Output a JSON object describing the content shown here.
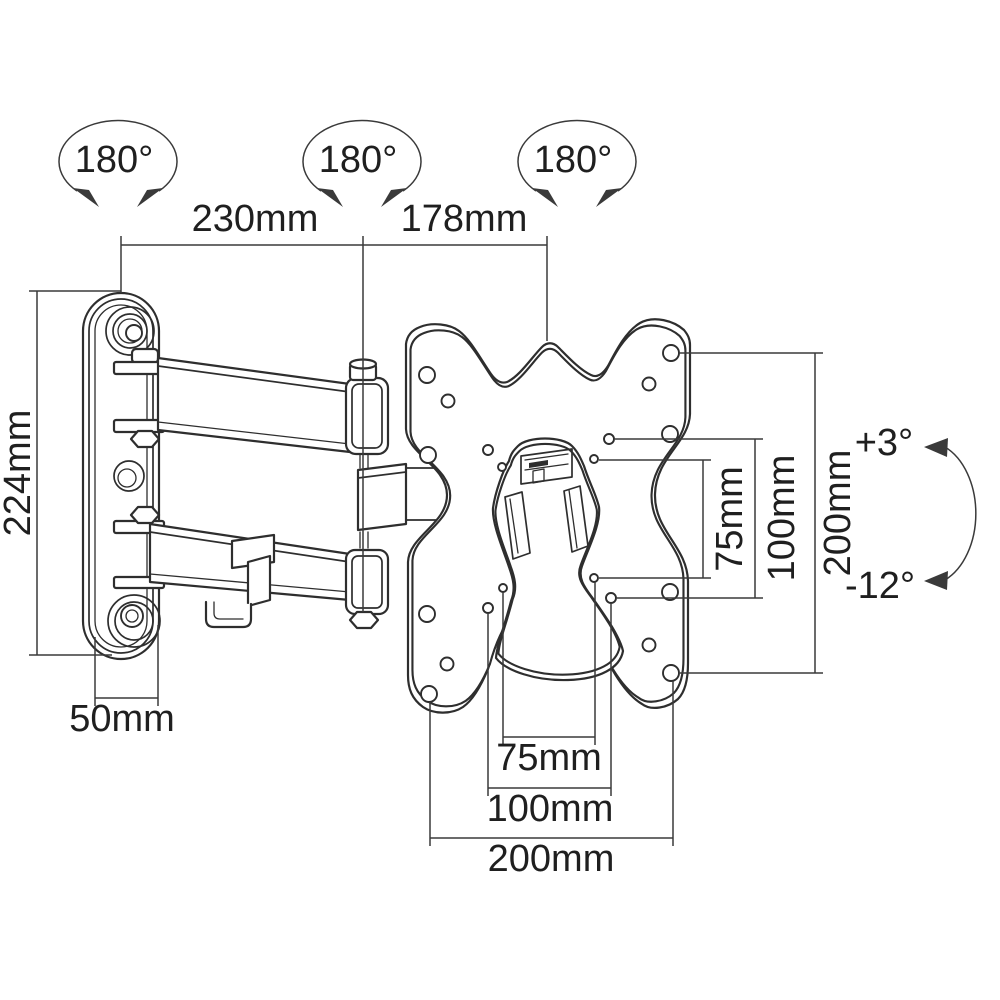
{
  "diagram": {
    "title": "Articulating TV wall mount dimensional drawing",
    "swivel_indicators": [
      {
        "label": "180°"
      },
      {
        "label": "180°"
      },
      {
        "label": "180°"
      }
    ],
    "tilt_indicator": {
      "up_label": "+3°",
      "down_label": "-12°"
    },
    "dimensions": {
      "top": [
        {
          "label": "230mm"
        },
        {
          "label": "178mm"
        }
      ],
      "left": [
        {
          "label": "224mm"
        },
        {
          "label": "50mm"
        }
      ],
      "right": [
        {
          "label": "75mm"
        },
        {
          "label": "100mm"
        },
        {
          "label": "200mm"
        }
      ],
      "bottom": [
        {
          "label": "75mm"
        },
        {
          "label": "100mm"
        },
        {
          "label": "200mm"
        }
      ]
    },
    "colors": {
      "line": "#2e2e2e",
      "dimension": "#3a3a3a",
      "text": "#1f1f1f",
      "background": "#ffffff"
    }
  }
}
